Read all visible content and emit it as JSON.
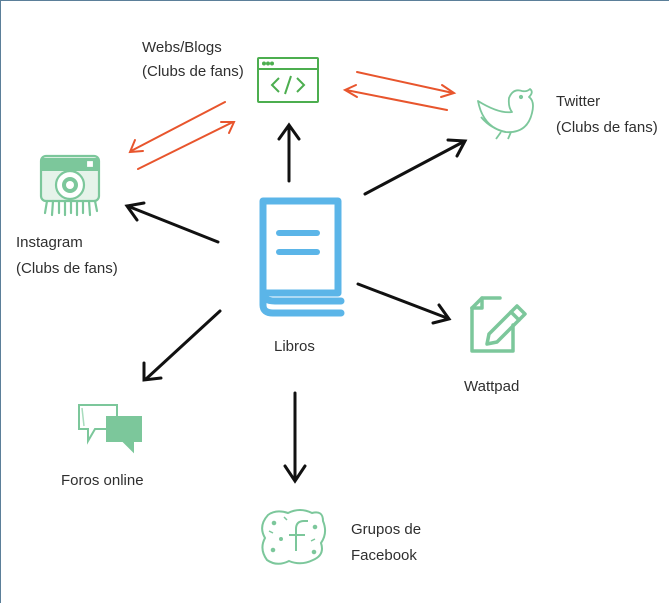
{
  "center": {
    "label": "Libros",
    "icon": "book-icon",
    "color": "#5bb5e8"
  },
  "nodes": [
    {
      "id": "webs",
      "icon": "code-window-icon",
      "lines": [
        "Webs/Blogs",
        "(Clubs de fans)"
      ]
    },
    {
      "id": "twitter",
      "icon": "bird-icon",
      "lines": [
        "Twitter",
        "(Clubs de fans)"
      ]
    },
    {
      "id": "instagram",
      "icon": "instagram-icon",
      "lines": [
        "Instagram",
        "(Clubs de fans)"
      ]
    },
    {
      "id": "wattpad",
      "icon": "edit-page-icon",
      "lines": [
        "Wattpad"
      ]
    },
    {
      "id": "foros",
      "icon": "chat-bubbles-icon",
      "lines": [
        "Foros online"
      ]
    },
    {
      "id": "facebook",
      "icon": "facebook-icon",
      "lines": [
        "Grupos de",
        "Facebook"
      ]
    }
  ],
  "colors": {
    "arrow": "#111111",
    "exchange_arrow": "#e8552d",
    "icon_green": "#7cc79b",
    "icon_dark_green": "#4cae4f",
    "text": "#2f2f2f"
  }
}
